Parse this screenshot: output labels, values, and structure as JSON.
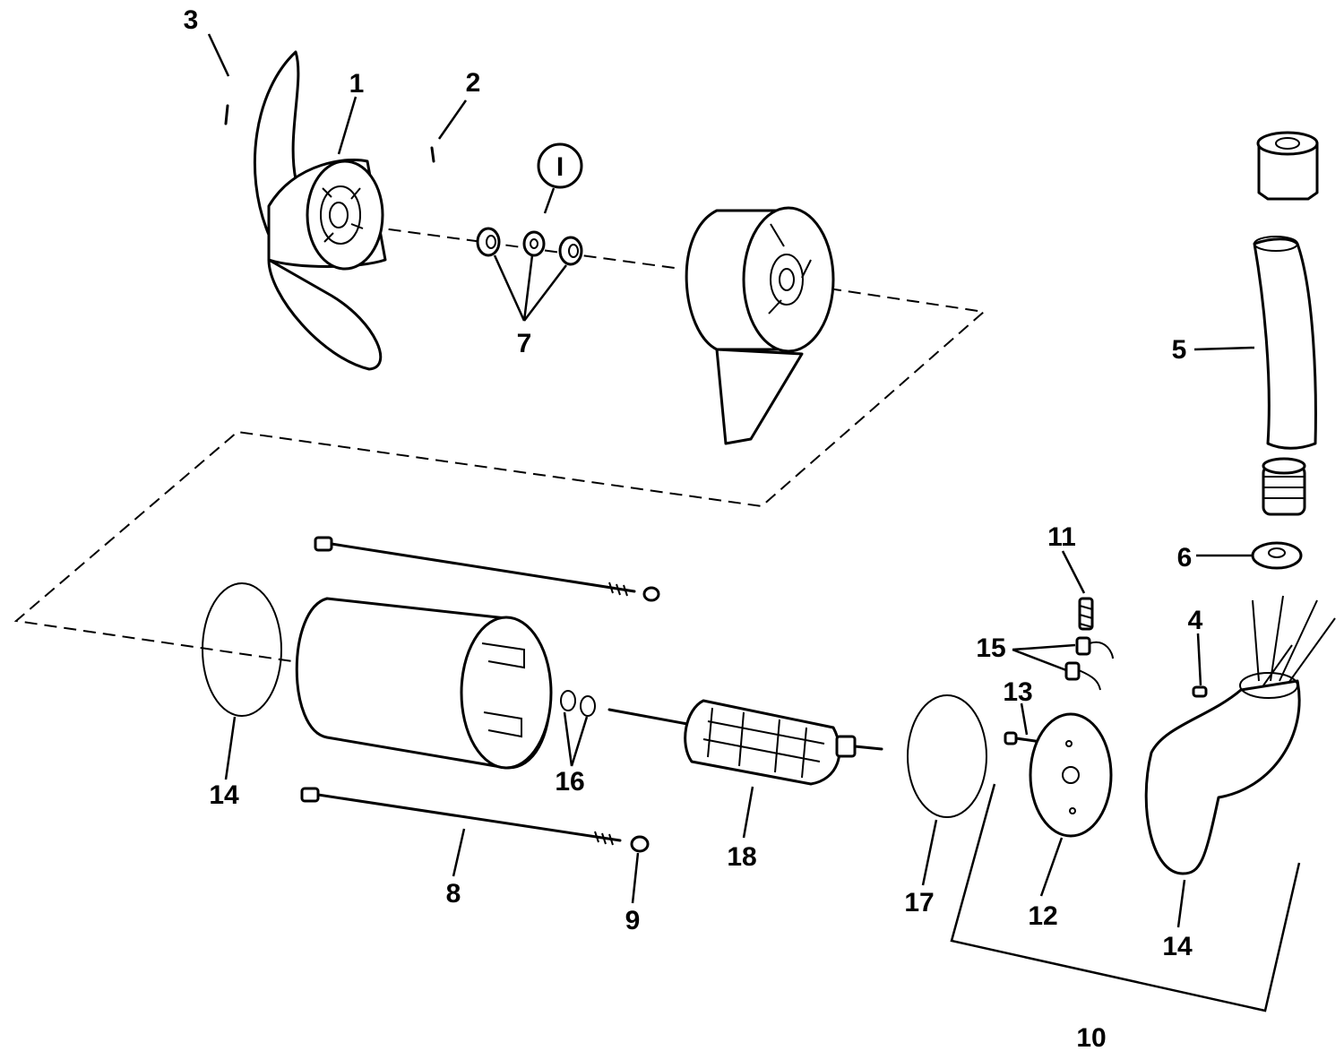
{
  "callouts": {
    "c1": "1",
    "c2": "2",
    "c3": "3",
    "c4": "4",
    "c5": "5",
    "c6": "6",
    "c7": "7",
    "c8": "8",
    "c9": "9",
    "c10": "10",
    "c11": "11",
    "c12": "12",
    "c13": "13",
    "c14a": "14",
    "c14b": "14",
    "c15": "15",
    "c16": "16",
    "c17": "17",
    "c18": "18"
  },
  "symbol": {
    "text": "I"
  }
}
